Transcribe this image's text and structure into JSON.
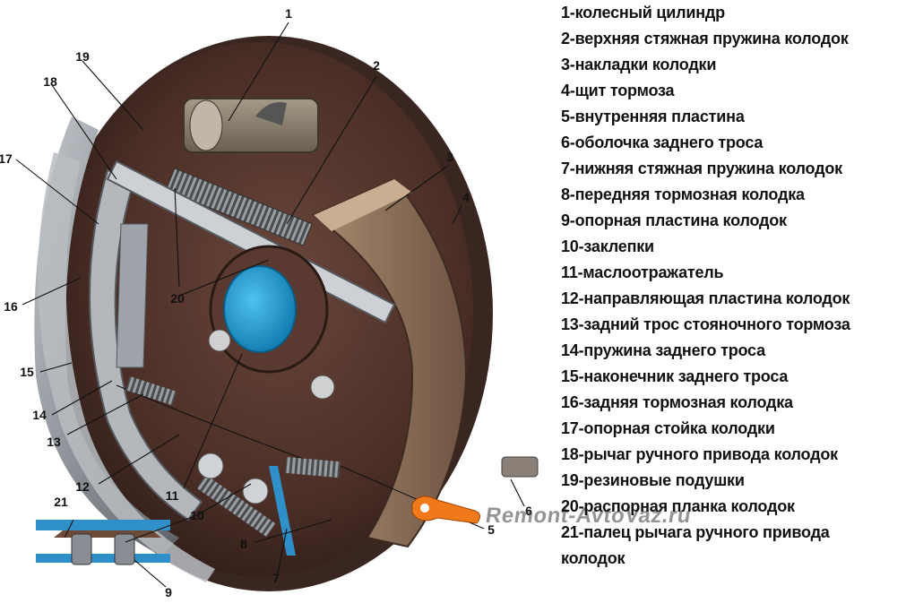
{
  "legend": [
    "1-колесный цилиндр",
    "2-верхняя стяжная пружина колодок",
    "3-накладки колодки",
    "4-щит тормоза",
    "5-внутренняя пластина",
    "6-оболочка заднего троса",
    "7-нижняя стяжная пружина колодок",
    "8-передняя тормозная колодка",
    "9-опорная пластина колодок",
    "10-заклепки",
    "11-маслоотражатель",
    "12-направляющая пластина колодок",
    "13-задний трос стояночного тормоза",
    "14-пружина заднего троса",
    "15-наконечник заднего троса",
    "16-задняя тормозная колодка",
    "17-опорная стойка колодки",
    "18-рычаг ручного привода колодок",
    "19-резиновые подушки",
    "20-распорная планка колодок",
    "21-палец рычага ручного привода",
    "колодок"
  ],
  "callouts": [
    "1",
    "2",
    "3",
    "4",
    "5",
    "6",
    "7",
    "8",
    "9",
    "10",
    "11",
    "12",
    "13",
    "14",
    "15",
    "16",
    "17",
    "18",
    "19",
    "20",
    "21"
  ],
  "watermark": "Remont-AvtoVaz.ru",
  "colors": {
    "shield": "#8a8e94",
    "drum": "#5a3a2e",
    "lining": "#8a6d55",
    "hub": "#1e9fd8",
    "spring": "#6a6e72",
    "accent": "#f07a1a"
  }
}
